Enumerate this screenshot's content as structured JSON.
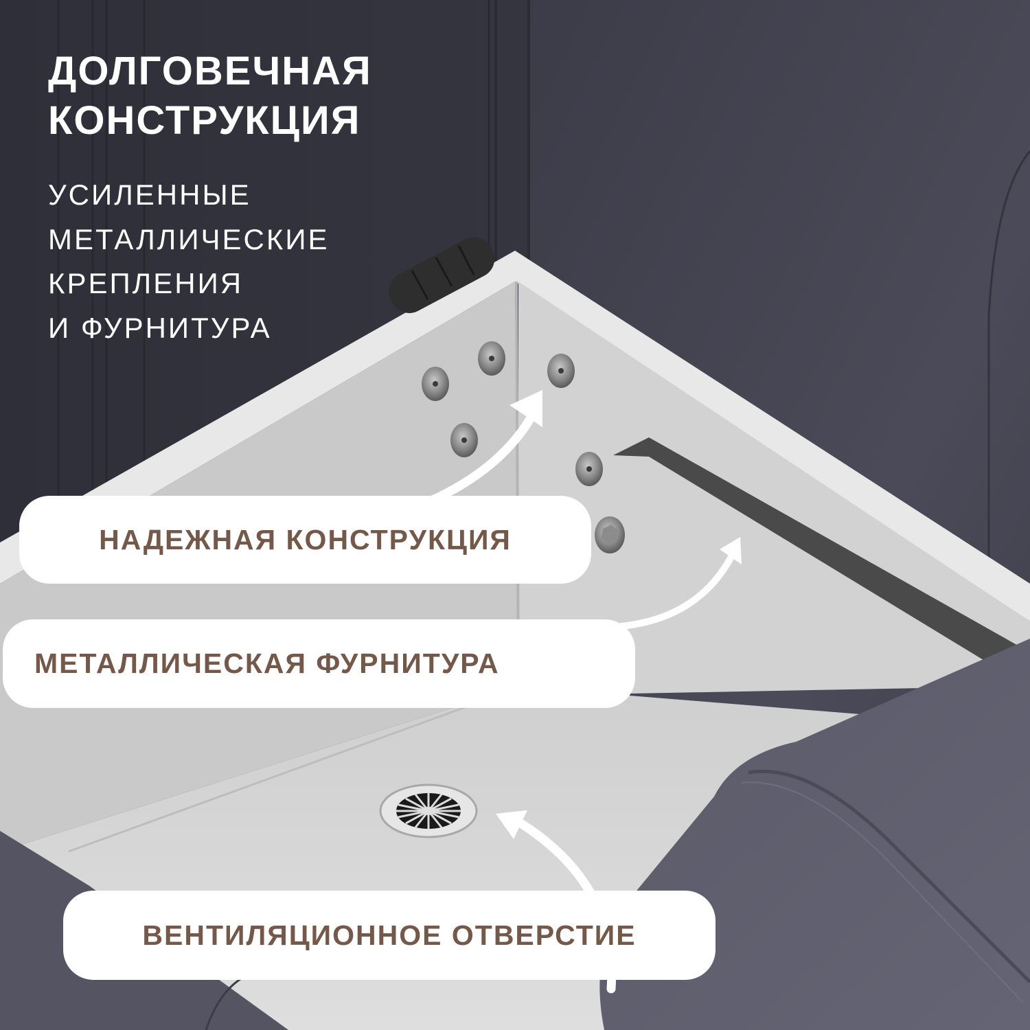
{
  "header": {
    "title_lines": [
      "ДОЛГОВЕЧНАЯ",
      "КОНСТРУКЦИЯ"
    ],
    "subtitle_lines": [
      "УСИЛЕННЫЕ",
      "МЕТАЛЛИЧЕСКИЕ",
      "КРЕПЛЕНИЯ",
      "И ФУРНИТУРА"
    ]
  },
  "callouts": [
    {
      "label": "НАДЕЖНАЯ КОНСТРУКЦИЯ",
      "points_to": "bolts"
    },
    {
      "label": "МЕТАЛЛИЧЕСКАЯ ФУРНИТУРА",
      "points_to": "metal-bracket"
    },
    {
      "label": "ВЕНТИЛЯЦИОННОЕ ОТВЕРСТИЕ",
      "points_to": "vent-grille"
    }
  ],
  "colors": {
    "upholstery_dark": "#3a3a46",
    "upholstery_light": "#5e5e6d",
    "interior_white": "#d6d6d6",
    "bracket": "#4a4a4a",
    "callout_text": "#74594b",
    "callout_bg": "#ffffff",
    "header_text": "#ffffff"
  }
}
